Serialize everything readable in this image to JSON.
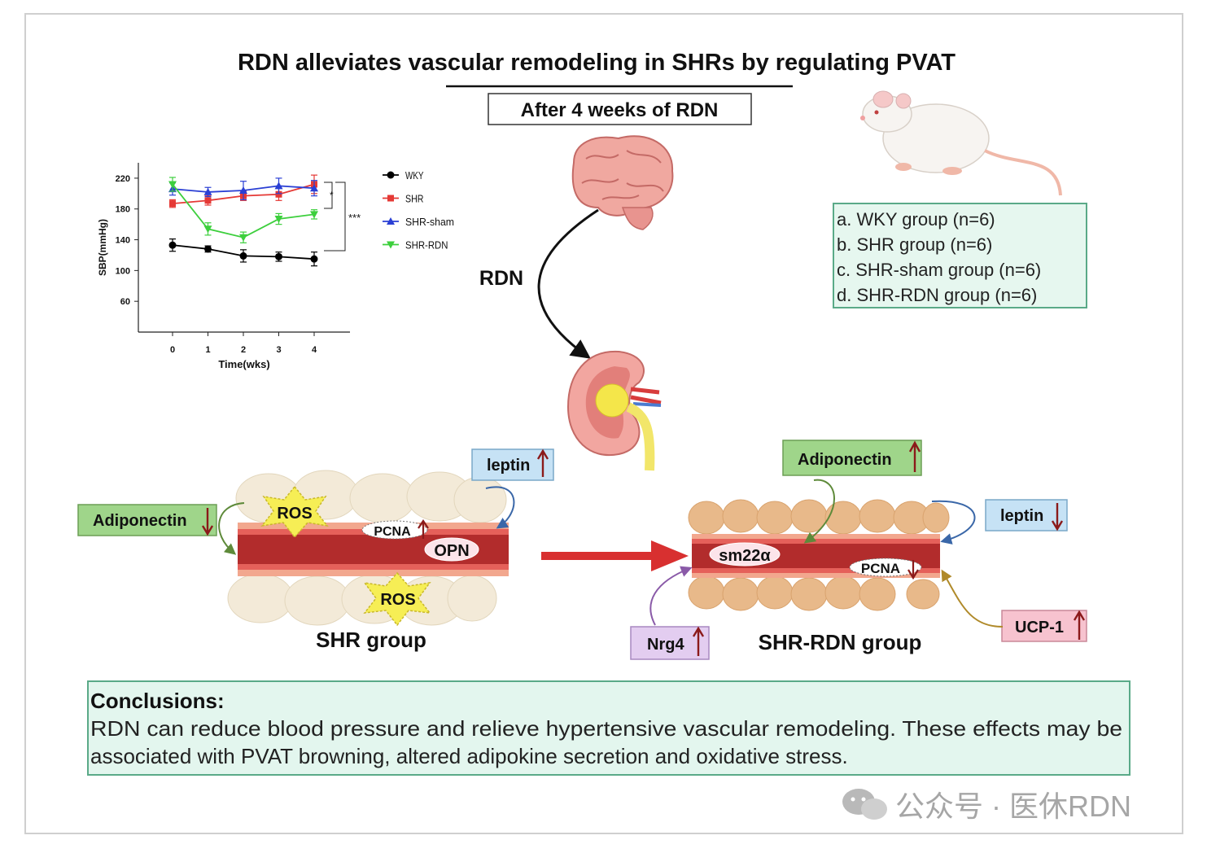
{
  "title": "RDN alleviates vascular remodeling in SHRs by regulating PVAT",
  "subtitle": "After 4 weeks of RDN",
  "rdn_label": "RDN",
  "groups_box": {
    "items": [
      "a. WKY group (n=6)",
      "b. SHR group (n=6)",
      "c. SHR-sham group (n=6)",
      "d. SHR-RDN group (n=6)"
    ]
  },
  "left_panel": {
    "group_label": "SHR group",
    "adiponectin": "Adiponectin",
    "leptin": "leptin",
    "ros_top": "ROS",
    "ros_bottom": "ROS",
    "pcna": "PCNA",
    "opn": "OPN"
  },
  "right_panel": {
    "group_label": "SHR-RDN group",
    "adiponectin": "Adiponectin",
    "leptin": "leptin",
    "sm22a": "sm22α",
    "pcna": "PCNA",
    "nrg4": "Nrg4",
    "ucp1": "UCP-1"
  },
  "conclusions": {
    "heading": "Conclusions:",
    "line1": "RDN can reduce blood pressure and relieve hypertensive vascular remodeling. These effects may be",
    "line2": "associated with PVAT browning, altered adipokine secretion and oxidative stress."
  },
  "watermark": "公众号 · 医休RDN",
  "colors": {
    "wky": "#000000",
    "shr": "#e53935",
    "shr_sham": "#2a3fd4",
    "shr_rdn": "#3dcf3d",
    "box_green": "#9fd58a",
    "box_blue": "#c6e2f5",
    "box_pink": "#f7c3cf",
    "box_purple": "#e3cdf0",
    "groups_box_bg": "#e6f7ef",
    "conclusion_bg": "#e3f6ee",
    "arrow_up": "#8b1a1a"
  },
  "chart_data": {
    "type": "line",
    "xlabel": "Time(wks)",
    "ylabel": "SBP(mmHg)",
    "x": [
      0,
      1,
      2,
      3,
      4
    ],
    "xticks": [
      "0",
      "1",
      "2",
      "3",
      "4"
    ],
    "yticks": [
      60,
      100,
      140,
      180,
      220
    ],
    "ylim": [
      20,
      240
    ],
    "legend_position": "right",
    "significance": [
      "*",
      "***"
    ],
    "series": [
      {
        "name": "WKY",
        "values": [
          133,
          128,
          119,
          118,
          115
        ],
        "err": [
          8,
          4,
          8,
          6,
          9
        ],
        "color": "#000000",
        "marker": "circle"
      },
      {
        "name": "SHR",
        "values": [
          187,
          191,
          197,
          199,
          212
        ],
        "err": [
          5,
          6,
          6,
          8,
          12
        ],
        "color": "#e53935",
        "marker": "square"
      },
      {
        "name": "SHR-sham",
        "values": [
          206,
          202,
          204,
          210,
          207
        ],
        "err": [
          8,
          6,
          12,
          10,
          10
        ],
        "color": "#2a3fd4",
        "marker": "triangle"
      },
      {
        "name": "SHR-RDN",
        "values": [
          212,
          154,
          143,
          167,
          173
        ],
        "err": [
          9,
          8,
          7,
          7,
          6
        ],
        "color": "#3dcf3d",
        "marker": "triangle-down"
      }
    ]
  }
}
